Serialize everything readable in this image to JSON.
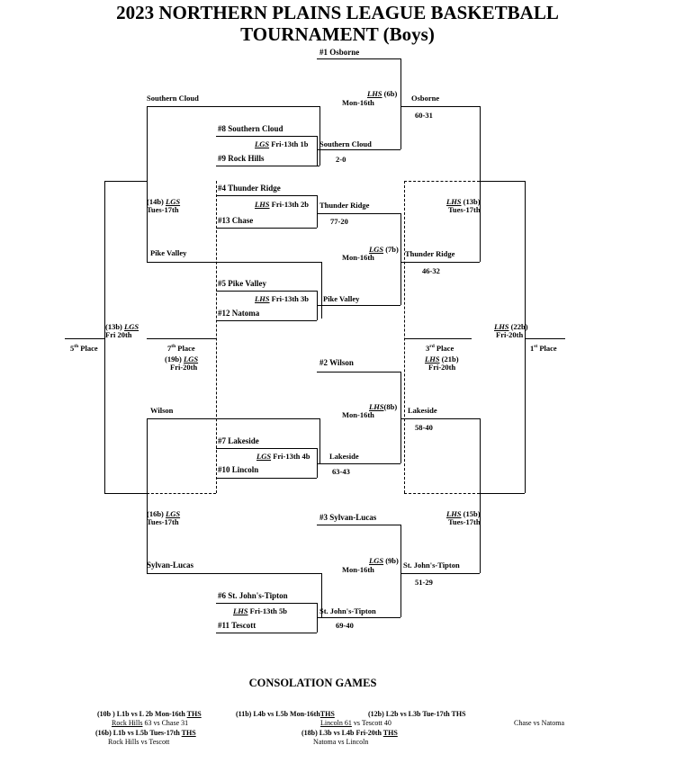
{
  "title": {
    "line1": "2023 NORTHERN PLAINS LEAGUE BASKETBALL",
    "line2": "TOURNAMENT (Boys)"
  },
  "teams": {
    "seed1": "#1 Osborne",
    "seed8": "#8 Southern Cloud",
    "seed9": "#9 Rock Hills",
    "seed4": "#4 Thunder Ridge",
    "seed13": "#13 Chase",
    "seed5": "#5 Pike Valley",
    "seed12": "#12 Natoma",
    "seed2": "#2  Wilson",
    "seed7": "#7  Lakeside",
    "seed10": "#10  Lincoln",
    "seed3": "#3 Sylvan-Lucas",
    "seed6": "#6 St. John's-Tipton",
    "seed11": "#11 Tescott"
  },
  "first_round": {
    "g1": {
      "site": "LGS",
      "info": " Fri-13th  1b",
      "winner": "Southern Cloud",
      "score": "2-0"
    },
    "g2": {
      "site": "LHS",
      "info": " Fri-13th  2b",
      "winner": "Thunder Ridge",
      "score": "77-20"
    },
    "g3": {
      "site": "LHS",
      "info": " Fri-13th  3b",
      "winner": "Pike Valley"
    },
    "g4": {
      "site": "LGS",
      "info": " Fri-13th  4b",
      "winner": "Lakeside",
      "score": "63-43"
    },
    "g5": {
      "site": "LHS",
      "info": "  Fri-13th  5b",
      "winner": "St. John's-Tipton",
      "score": "69-40"
    }
  },
  "quarterfinals": {
    "g6": {
      "site": "LHS",
      "num": " (6b)",
      "day": "Mon-16th",
      "winner": "Osborne",
      "score": "60-31"
    },
    "g7": {
      "site": "LGS",
      "num": " (7b)",
      "day": "Mon-16th",
      "winner": "Thunder Ridge",
      "score": "46-32"
    },
    "g8": {
      "site": "LHS",
      "num": "(8b)",
      "day": "Mon-16th",
      "winner": "Lakeside",
      "score": "58-40"
    },
    "g9": {
      "site": "LGS",
      "num": " (9b)",
      "day": "Mon-16th",
      "winner": "St. John's-Tipton",
      "score": "51-29"
    }
  },
  "semifinals": {
    "g13": {
      "site": "LHS",
      "num": " (13b)",
      "day": "Tues-17th"
    },
    "g15": {
      "site": "LHS",
      "num": " (15b)",
      "day": "Tues-17th"
    }
  },
  "championship": {
    "g22": {
      "site": "LHS",
      "num": " (22b)",
      "day": "Fri-20th"
    },
    "first_place": "1",
    "first_place_sup": "st",
    "first_place_rest": " Place"
  },
  "third_place": {
    "label": "3",
    "label_sup": "rd",
    "label_rest": " Place",
    "g21": {
      "site": "LHS",
      "num": " (21b)",
      "day": "Fri-20th"
    }
  },
  "losers_bracket": {
    "southern_cloud": "Southern Cloud",
    "pike_valley": "Pike Valley",
    "wilson": "Wilson",
    "sylvan_lucas": "Sylvan-Lucas",
    "g14": {
      "num": "(14b) ",
      "site": "LGS",
      "day": "Tues-17th"
    },
    "g16": {
      "num": "(16b) ",
      "site": "LGS",
      "day": "Tues-17th"
    },
    "g13l": {
      "num": "(13b) ",
      "site": "LGS",
      "day": "Fri 20th"
    },
    "g19": {
      "num": "(19b) ",
      "site": "LGS",
      "day": "Fri-20th"
    },
    "fifth": "5",
    "fifth_sup": "th",
    "fifth_rest": " Place",
    "seventh": "7",
    "seventh_sup": "th",
    "seventh_rest": " Place"
  },
  "consolation": {
    "title": "CONSOLATION GAMES",
    "c10_pre": "(10b ) L1b vs L 2b Mon-16th ",
    "c10_site": "THS",
    "c10_res_w": "Rock Hills",
    "c10_res_rest": " 63 vs Chase  31",
    "c16_pre": "(16b) L1b vs L5b Tues-17th  ",
    "c16_site": "THS",
    "c16_res": "Rock Hills vs Tescott",
    "c11_pre": "(11b) L4b vs L5b Mon-16th",
    "c11_site": "THS",
    "c11_res_w": "Lincoln 61",
    "c11_res_rest": " vs Tescott  40",
    "c18_pre": "(18b) L3b vs L4b Fri-20th ",
    "c18_site": "THS",
    "c18_res": "Natoma vs Lincoln",
    "c12": "(12b) L2b vs L3b Tue-17th THS",
    "c_extra": "Chase vs Natoma"
  }
}
